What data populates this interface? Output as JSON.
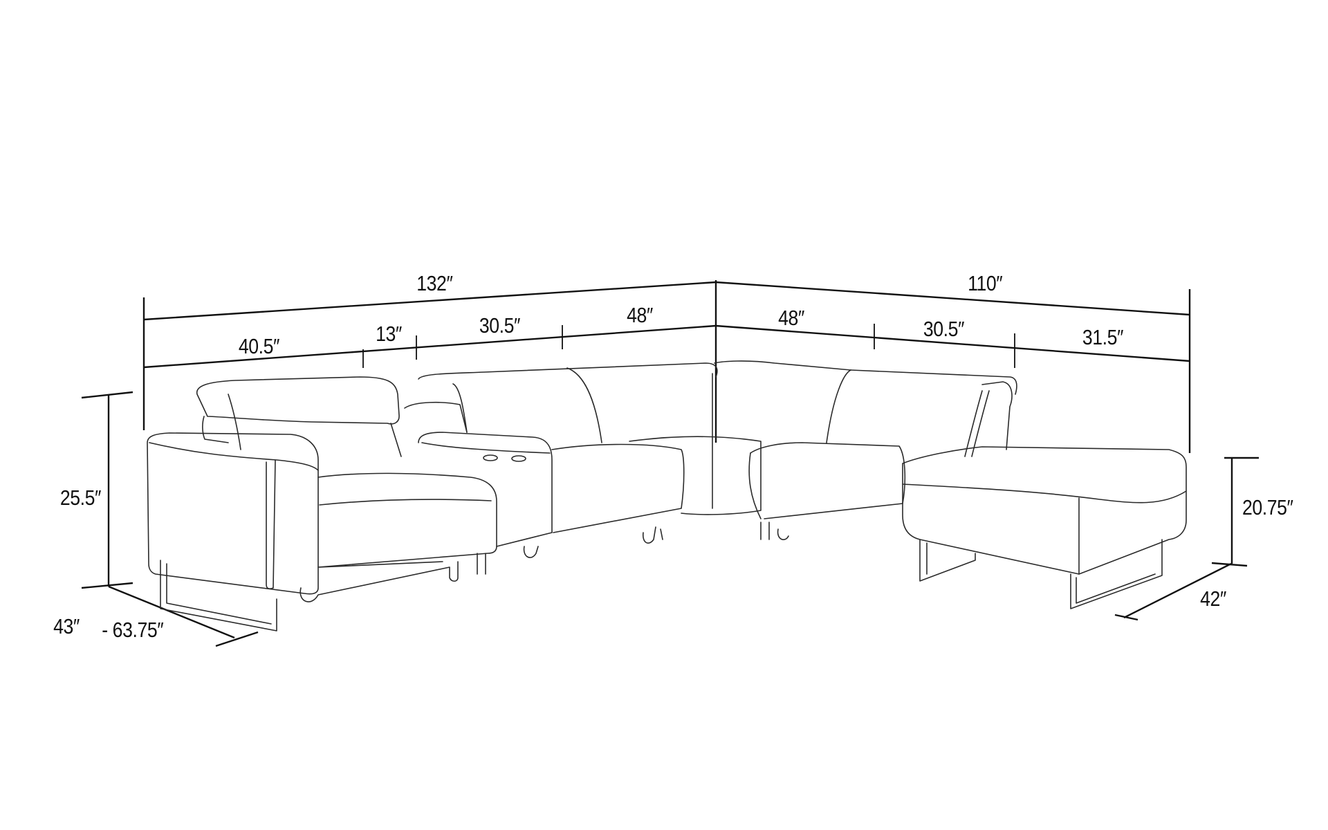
{
  "diagram": {
    "subject": "L-shaped sectional sofa with chaise, console and recliners",
    "line_color": "#111111",
    "background": "#ffffff",
    "overall_dimensions": {
      "left_width": "132″",
      "right_width": "110″"
    },
    "segment_dimensions": {
      "left": [
        "40.5″",
        "13″",
        "30.5″",
        "48″"
      ],
      "right": [
        "48″",
        "30.5″",
        "31.5″"
      ]
    },
    "height_dimensions": {
      "back_height": "25.5″",
      "chaise_height": "20.75″"
    },
    "depth_dimensions": {
      "recliner_depth_min": "43″",
      "recliner_depth_max": "- 63.75″",
      "chaise_depth": "42″"
    }
  }
}
